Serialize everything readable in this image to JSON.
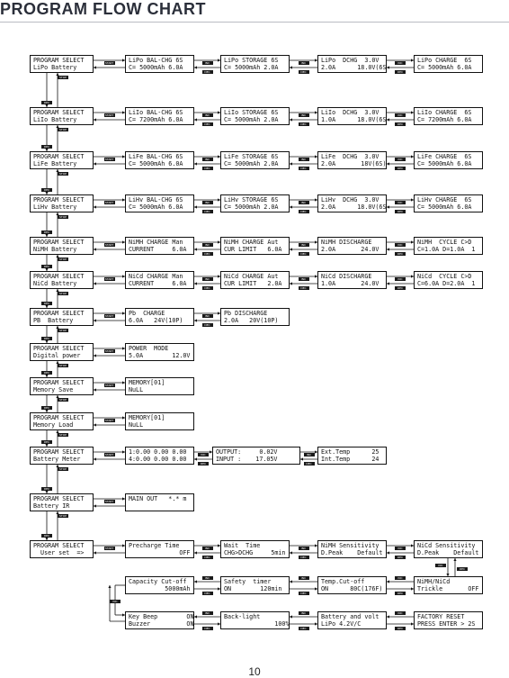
{
  "header": {
    "title": "PROGRAM FLOW CHART"
  },
  "page_number": "10",
  "buttons": {
    "start": "START",
    "stop": "STOP",
    "inc": "INC",
    "dec": "DEC"
  },
  "rows": [
    [
      [
        "PROGRAM SELECT",
        "LiPo Battery"
      ],
      [
        "LiPo BAL-CHG 6S",
        "C= 5000mAh 6.0A"
      ],
      [
        "LiPo STORAGE 6S",
        "C= 5000mAh 2.0A"
      ],
      [
        "LiPo  DCHG  3.0V",
        "2.0A      18.0V(6S)"
      ],
      [
        "LiPo CHARGE  6S",
        "C= 5000mAh 6.0A"
      ]
    ],
    [
      [
        "PROGRAM SELECT",
        "LiIo Battery"
      ],
      [
        "LiIo BAL-CHG 6S",
        "C= 7200mAh 6.0A"
      ],
      [
        "LiIo STORAGE 6S",
        "C= 5000mAh 2.0A"
      ],
      [
        "LiIo  DCHG  3.0V",
        "1.0A      18.0V(6S)"
      ],
      [
        "LiIo CHARGE  6S",
        "C= 7200mAh 6.0A"
      ]
    ],
    [
      [
        "PROGRAM SELECT",
        "LiFe Battery"
      ],
      [
        "LiFe BAL-CHG 6S",
        "C= 5000mAh 6.0A"
      ],
      [
        "LiFe STORAGE 6S",
        "C= 5000mAh 2.0A"
      ],
      [
        "LiFe  DCHG  3.0V",
        "2.0A       18V(6S)"
      ],
      [
        "LiFe CHARGE  6S",
        "C= 5000mAh 6.0A"
      ]
    ],
    [
      [
        "PROGRAM SELECT",
        "LiHv Battery"
      ],
      [
        "LiHv BAL-CHG 6S",
        "C= 5000mAh 6.0A"
      ],
      [
        "LiHv STORAGE 6S",
        "C= 5000mAh 2.0A"
      ],
      [
        "LiHv  DCHG  3.0V",
        "2.0A      18.0V(6S)"
      ],
      [
        "LiHv CHARGE  6S",
        "C= 5000mAh 6.0A"
      ]
    ],
    [
      [
        "PROGRAM SELECT",
        "NiMH Battery"
      ],
      [
        "NiMH CHARGE Man",
        "CURRENT     6.0A"
      ],
      [
        "NiMH CHARGE Aut",
        "CUR LIMIT   6.0A"
      ],
      [
        "NiMH DISCHARGE",
        "2.0A       24.0V"
      ],
      [
        "NiMH  CYCLE C>D",
        "C=1.0A D=1.0A  1"
      ]
    ],
    [
      [
        "PROGRAM SELECT",
        "NiCd Battery"
      ],
      [
        "NiCd CHARGE Man",
        "CURRENT     6.0A"
      ],
      [
        "NiCd CHARGE Aut",
        "CUR LIMIT   2.0A"
      ],
      [
        "NiCd DISCHARGE",
        "1.0A       24.0V"
      ],
      [
        "NiCd  CYCLE C>D",
        "C=6.0A D=2.0A  1"
      ]
    ],
    [
      [
        "PROGRAM SELECT",
        "PB  Battery"
      ],
      [
        "Pb  CHARGE",
        "6.0A   24V(10P)"
      ],
      [
        "Pb DISCHARGE",
        "2.0A   20V(10P)"
      ]
    ],
    [
      [
        "PROGRAM SELECT",
        "Digital power"
      ],
      [
        "POWER  MODE",
        "5.0A        12.0V"
      ]
    ],
    [
      [
        "PROGRAM SELECT",
        "Memory Save"
      ],
      [
        "MEMORY[01]",
        "NuLL"
      ]
    ],
    [
      [
        "PROGRAM SELECT",
        "Memory Load"
      ],
      [
        "MEMORY[01]",
        "NuLL"
      ]
    ],
    [
      [
        "PROGRAM SELECT",
        "Battery Meter"
      ],
      [
        "1:0.00 0.00 0.00",
        "4:0.00 0.00 0.00"
      ],
      [
        "OUTPUT:     0.02V",
        "INPUT :    17.05V"
      ],
      [
        "Ext.Temp      25",
        "Int.Temp      24"
      ]
    ],
    [
      [
        "PROGRAM SELECT",
        "Battery IR"
      ],
      [
        "MAIN OUT   *.* m"
      ]
    ],
    [
      [
        "PROGRAM SELECT",
        "  User set  =>"
      ],
      [
        "Precharge Time",
        "              OFF"
      ],
      [
        "Wait  Time",
        "CHG>DCHG     5min"
      ],
      [
        "NiMH Sensitivity",
        "D.Peak    Default"
      ],
      [
        "NiCd Sensitivity",
        "D.Peak    Default"
      ]
    ]
  ],
  "settings_rows": [
    [
      [
        "Capacity Cut-off",
        "          5000mAh"
      ],
      [
        "Safety  timer",
        "ON        120min"
      ],
      [
        "Temp.Cut-off",
        "ON      80C(176F)"
      ],
      [
        "NiMH/NiCd",
        "Trickle       OFF"
      ]
    ],
    [
      [
        "Key Beep        ON",
        "Buzzer          ON"
      ],
      [
        "Back-light",
        "              100%"
      ],
      [
        "Battery and volt",
        "LiPo 4.2V/C"
      ],
      [
        "FACTORY RESET",
        "PRESS ENTER > 2S"
      ]
    ]
  ]
}
